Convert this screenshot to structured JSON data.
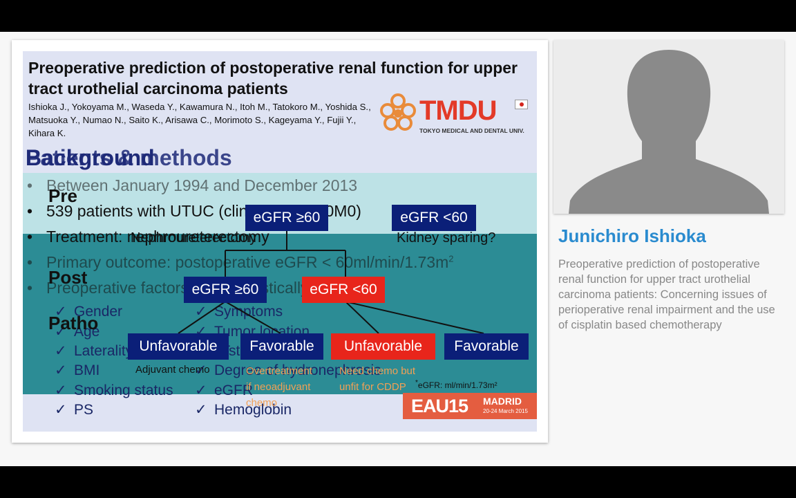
{
  "slide": {
    "title": "Preoperative prediction of postoperative renal function for upper tract urothelial carcinoma patients",
    "authors": "Ishioka J., Yokoyama M., Waseda Y., Kawamura N., Itoh M., Tatokoro M., Yoshida S., Matsuoka Y., Numao N., Saito K., Arisawa C., Morimoto S., Kageyama Y., Fujii Y., Kihara K.",
    "logo": {
      "text": "TMDU",
      "subtitle": "TOKYO MEDICAL AND DENTAL UNIV."
    },
    "section_headings": [
      "Background",
      "Patients & methods"
    ],
    "bullets": [
      "Between January 1994 and December 2013",
      "539 patients with UTUC (clinical: TanyN0M0)",
      "Treatment: nephroureterectomy",
      "Primary outcome: postoperative eGFR < 60ml/min/1.73m",
      "Preoperative factors were statistically tested"
    ],
    "superscript": "2",
    "factors_left": [
      "Gender",
      "Age",
      "Laterality",
      "BMI",
      "Smoking status",
      "PS"
    ],
    "factors_right": [
      "Symptoms",
      "Tumor location",
      "cTstage",
      "Degree of hydronephrosis",
      "eGFR",
      "Hemoglobin"
    ],
    "check_mark": "✓",
    "bullet_mark": "•",
    "stages": {
      "pre": "Pre",
      "post": "Post",
      "patho": "Patho"
    },
    "flow": {
      "pre_left": "eGFR ≥60",
      "pre_right": "eGFR <60",
      "pre_left_note": "Nephroureterectomy",
      "pre_right_note": "Kidney sparing?",
      "post_left": "eGFR ≥60",
      "post_right": "eGFR <60",
      "patho_1": "Unfavorable",
      "patho_2": "Favorable",
      "patho_3": "Unfavorable",
      "patho_4": "Favorable",
      "note_adjuvant": "Adjuvant chemo",
      "note_overtreatment": "Overtreatment\nif neoadjuvant\nchemo",
      "note_need_chemo": "Need chemo but\nunfit for CDDP"
    },
    "footnote_star": "*",
    "footnote": "eGFR: ml/min/1.73m²",
    "conference": {
      "main": "EAU15",
      "city": "MADRID",
      "dates": "20-24 March 2015"
    }
  },
  "speaker": {
    "name": "Junichiro Ishioka",
    "talk_title": "Preoperative prediction of postoperative renal function for upper tract urothelial carcinoma patients: Concerning issues of perioperative renal impairment and the use of cisplatin based chemotherapy"
  },
  "colors": {
    "navy": "#0b1f78",
    "red": "#e8251b",
    "accent_blue": "#2a8bcf",
    "teal": "#2c8c95"
  }
}
